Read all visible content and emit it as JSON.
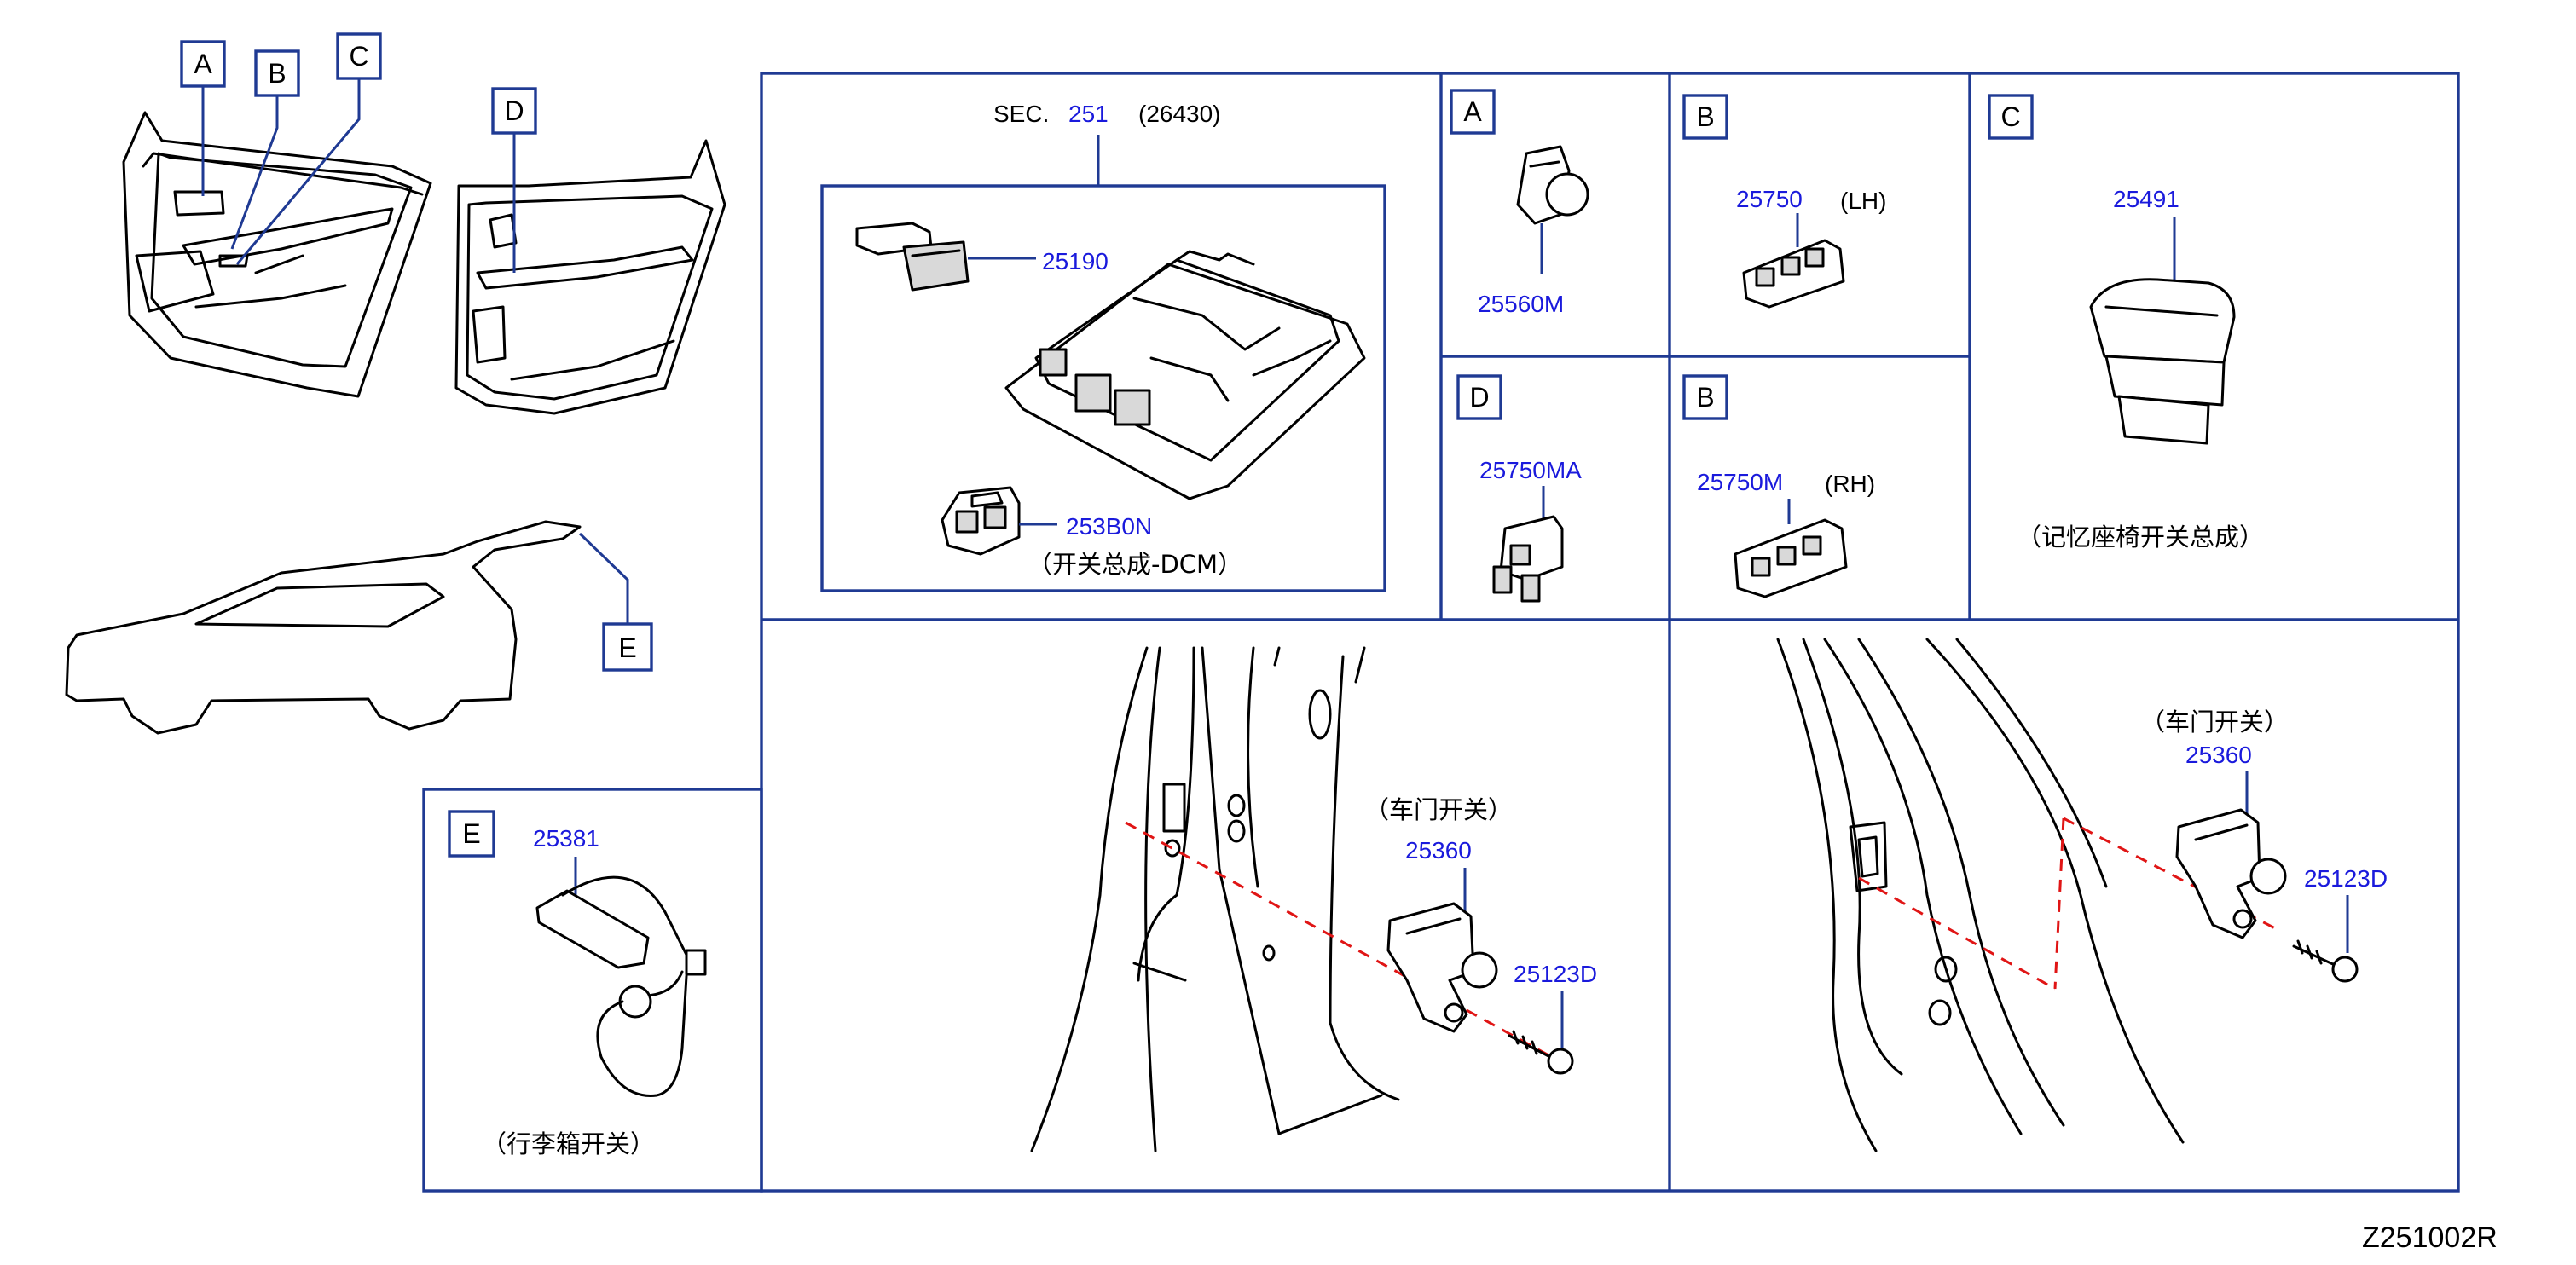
{
  "callouts": {
    "car_a": "A",
    "car_b": "B",
    "car_c": "C",
    "car_d": "D",
    "car_e": "E",
    "panel_a": "A",
    "panel_b_lh": "B",
    "panel_c": "C",
    "panel_d": "D",
    "panel_b_rh": "B",
    "panel_e": "E"
  },
  "overhead": {
    "sec_prefix": "SEC.",
    "sec_number": "251",
    "sec_ref": "(26430)",
    "part_top": "25190",
    "part_bottom": "253B0N",
    "caption": "（开关总成-DCM）"
  },
  "panels": {
    "a_part": "25560M",
    "b_lh_part": "25750",
    "b_lh_side": "(LH)",
    "c_part": "25491",
    "c_caption": "（记忆座椅开关总成）",
    "d_part": "25750MA",
    "b_rh_part": "25750M",
    "b_rh_side": "(RH)",
    "e_part": "25381",
    "e_caption": "（行李箱开关）"
  },
  "door_front": {
    "caption": "（车门开关）",
    "switch_part": "25360",
    "screw_part": "25123D"
  },
  "door_rear": {
    "caption": "（车门开关）",
    "switch_part": "25360",
    "screw_part": "25123D"
  },
  "diagram_code": "Z251002R",
  "colors": {
    "frame": "#1f3a93",
    "part_number": "#1a1adc",
    "guide_dash": "#e01515"
  }
}
